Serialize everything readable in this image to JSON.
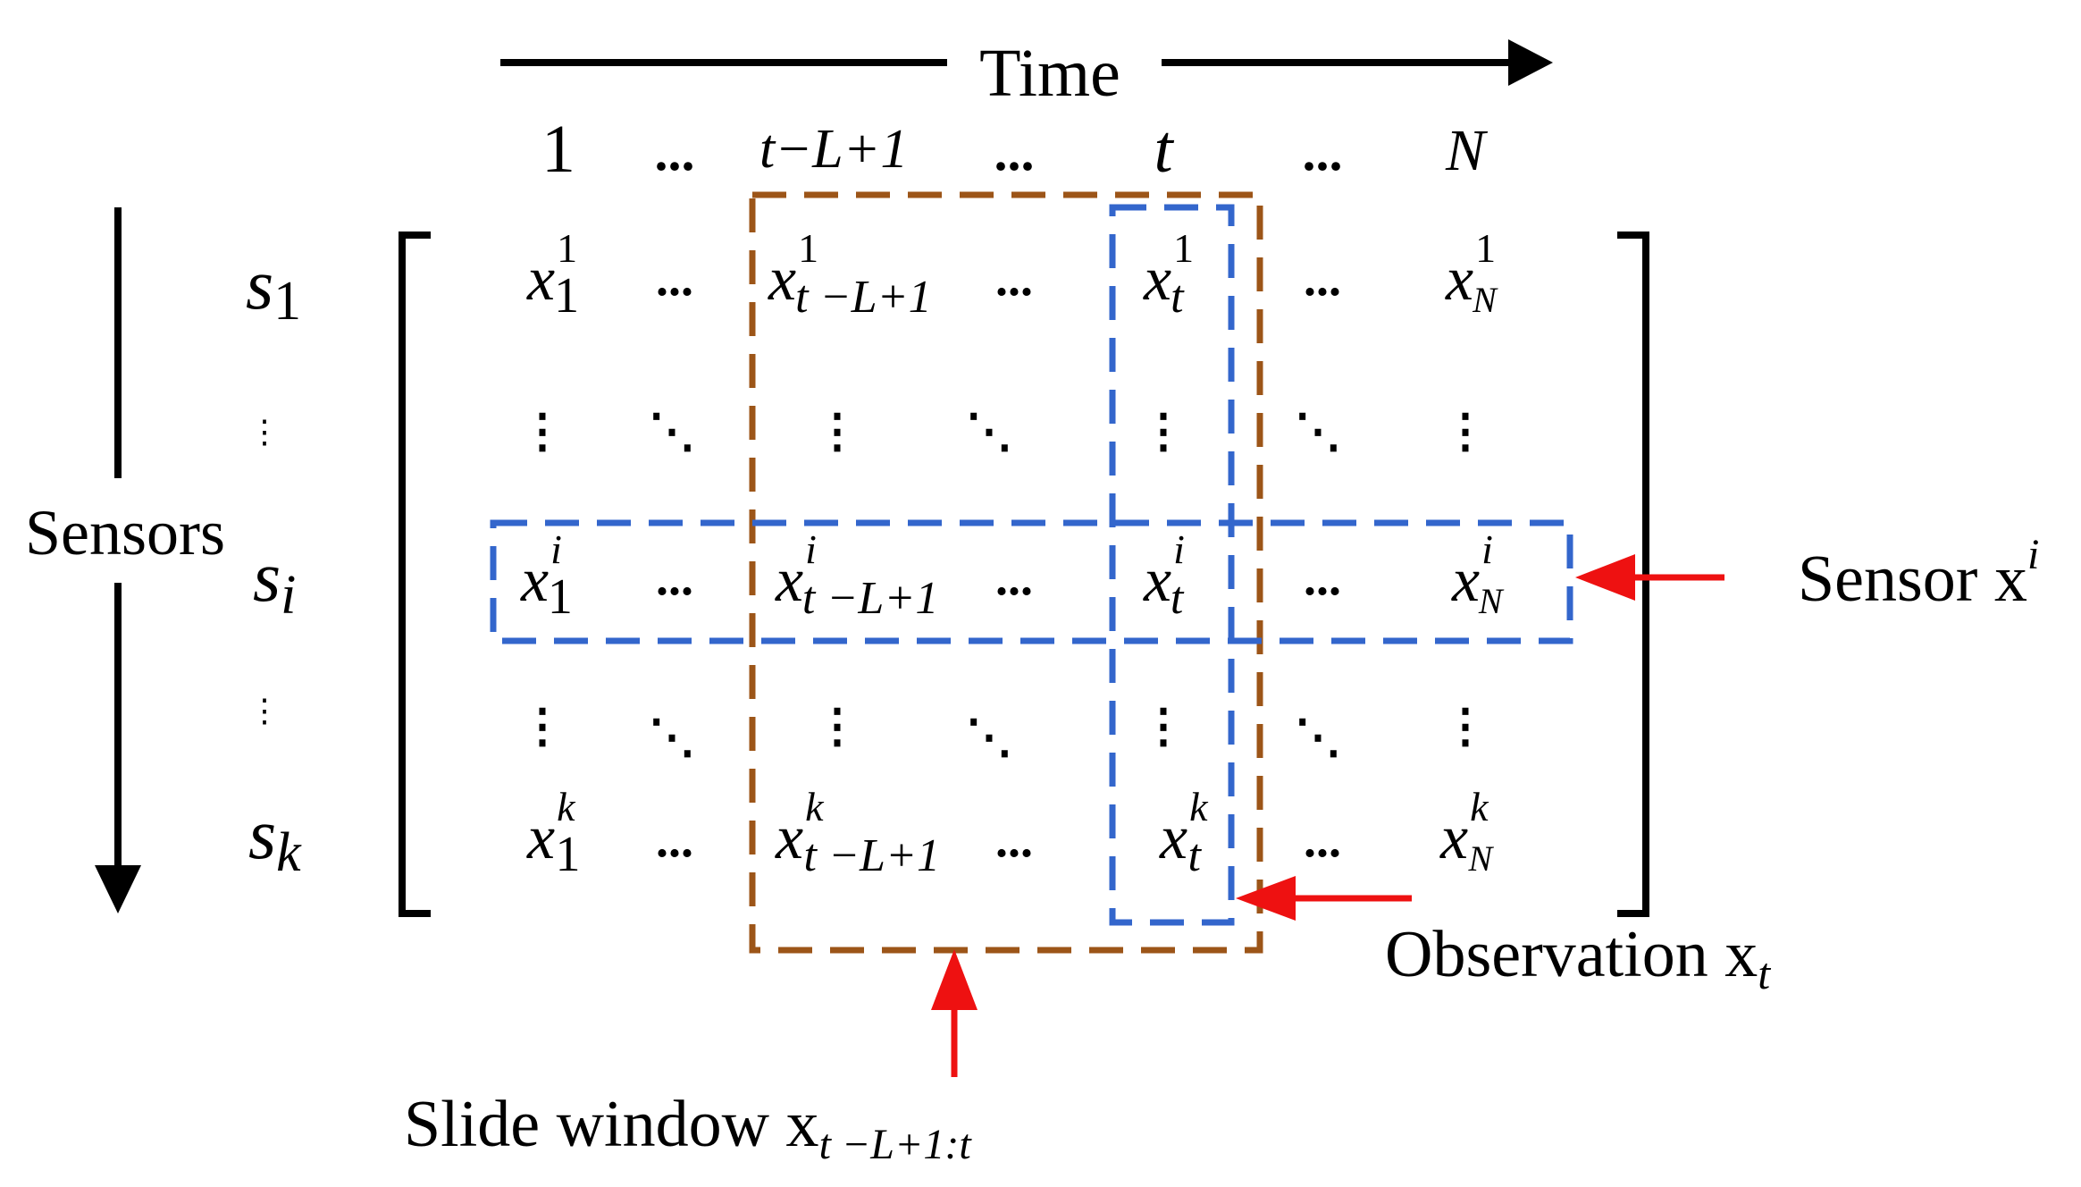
{
  "colors": {
    "text": "#000000",
    "slide_window_box": "#9c5518",
    "sensor_box": "#3366cc",
    "observation_box": "#3366cc",
    "pointer_arrow": "#ee1111"
  },
  "time_axis": {
    "label": "Time"
  },
  "sensors_axis": {
    "label": "Sensors"
  },
  "column_headers": {
    "c1": "1",
    "c2": "...",
    "c3_t": "t",
    "c3_rest": "−L+1",
    "c4": "...",
    "c5": "t",
    "c6": "...",
    "c7": "N"
  },
  "row_labels": {
    "r1_base": "s",
    "r1_sub": "1",
    "r3_base": "s",
    "r3_sub": "i",
    "r5_base": "s",
    "r5_sub": "k"
  },
  "matrix": {
    "base": "x",
    "hdots": "...",
    "row1": {
      "sup": "1",
      "c1_sub": "1",
      "c3_sub": "t −L+1",
      "c5_sub": "t",
      "c7_sub": "N"
    },
    "row3": {
      "sup": "i",
      "c1_sub": "1",
      "c3_sub": "t −L+1",
      "c5_sub": "t",
      "c7_sub": "N"
    },
    "row5": {
      "sup": "k",
      "c1_sub": "1",
      "c3_sub": "t −L+1",
      "c5_sub": "t",
      "c7_sub": "N"
    }
  },
  "annotations": {
    "sensor": {
      "text": "Sensor x",
      "sup": "i"
    },
    "observation": {
      "text": "Observation x",
      "sub": "t"
    },
    "slide_window": {
      "text": "Slide window x",
      "sub": "t −L+1:t"
    }
  }
}
